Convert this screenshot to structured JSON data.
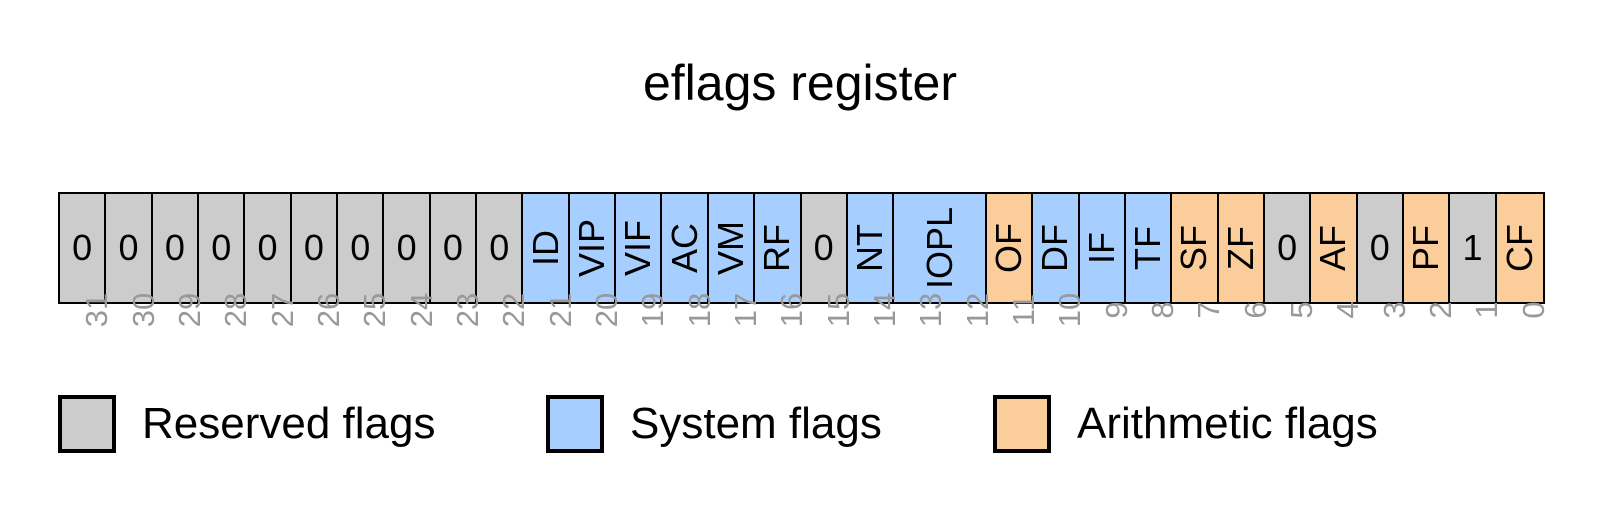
{
  "title": "eflags register",
  "colors": {
    "reserved": "#cccccc",
    "system": "#a6ceff",
    "arithmetic": "#fbcd9a",
    "border": "#000000",
    "bit_number": "#999999",
    "background": "#ffffff"
  },
  "register": {
    "name": "eflags",
    "bit_count": 32,
    "bit_order": "msb-first",
    "cells": [
      {
        "label": "0",
        "bits": [
          31
        ],
        "category": "reserved",
        "rotated": false,
        "span": 1
      },
      {
        "label": "0",
        "bits": [
          30
        ],
        "category": "reserved",
        "rotated": false,
        "span": 1
      },
      {
        "label": "0",
        "bits": [
          29
        ],
        "category": "reserved",
        "rotated": false,
        "span": 1
      },
      {
        "label": "0",
        "bits": [
          28
        ],
        "category": "reserved",
        "rotated": false,
        "span": 1
      },
      {
        "label": "0",
        "bits": [
          27
        ],
        "category": "reserved",
        "rotated": false,
        "span": 1
      },
      {
        "label": "0",
        "bits": [
          26
        ],
        "category": "reserved",
        "rotated": false,
        "span": 1
      },
      {
        "label": "0",
        "bits": [
          25
        ],
        "category": "reserved",
        "rotated": false,
        "span": 1
      },
      {
        "label": "0",
        "bits": [
          24
        ],
        "category": "reserved",
        "rotated": false,
        "span": 1
      },
      {
        "label": "0",
        "bits": [
          23
        ],
        "category": "reserved",
        "rotated": false,
        "span": 1
      },
      {
        "label": "0",
        "bits": [
          22
        ],
        "category": "reserved",
        "rotated": false,
        "span": 1
      },
      {
        "label": "ID",
        "bits": [
          21
        ],
        "category": "system",
        "rotated": true,
        "span": 1
      },
      {
        "label": "VIP",
        "bits": [
          20
        ],
        "category": "system",
        "rotated": true,
        "span": 1
      },
      {
        "label": "VIF",
        "bits": [
          19
        ],
        "category": "system",
        "rotated": true,
        "span": 1
      },
      {
        "label": "AC",
        "bits": [
          18
        ],
        "category": "system",
        "rotated": true,
        "span": 1
      },
      {
        "label": "VM",
        "bits": [
          17
        ],
        "category": "system",
        "rotated": true,
        "span": 1
      },
      {
        "label": "RF",
        "bits": [
          16
        ],
        "category": "system",
        "rotated": true,
        "span": 1
      },
      {
        "label": "0",
        "bits": [
          15
        ],
        "category": "reserved",
        "rotated": false,
        "span": 1
      },
      {
        "label": "NT",
        "bits": [
          14
        ],
        "category": "system",
        "rotated": true,
        "span": 1
      },
      {
        "label": "IOPL",
        "bits": [
          13,
          12
        ],
        "category": "system",
        "rotated": true,
        "span": 2
      },
      {
        "label": "OF",
        "bits": [
          11
        ],
        "category": "arithmetic",
        "rotated": true,
        "span": 1
      },
      {
        "label": "DF",
        "bits": [
          10
        ],
        "category": "system",
        "rotated": true,
        "span": 1
      },
      {
        "label": "IF",
        "bits": [
          9
        ],
        "category": "system",
        "rotated": true,
        "span": 1
      },
      {
        "label": "TF",
        "bits": [
          8
        ],
        "category": "system",
        "rotated": true,
        "span": 1
      },
      {
        "label": "SF",
        "bits": [
          7
        ],
        "category": "arithmetic",
        "rotated": true,
        "span": 1
      },
      {
        "label": "ZF",
        "bits": [
          6
        ],
        "category": "arithmetic",
        "rotated": true,
        "span": 1
      },
      {
        "label": "0",
        "bits": [
          5
        ],
        "category": "reserved",
        "rotated": false,
        "span": 1
      },
      {
        "label": "AF",
        "bits": [
          4
        ],
        "category": "arithmetic",
        "rotated": true,
        "span": 1
      },
      {
        "label": "0",
        "bits": [
          3
        ],
        "category": "reserved",
        "rotated": false,
        "span": 1
      },
      {
        "label": "PF",
        "bits": [
          2
        ],
        "category": "arithmetic",
        "rotated": true,
        "span": 1
      },
      {
        "label": "1",
        "bits": [
          1
        ],
        "category": "reserved",
        "rotated": false,
        "span": 1
      },
      {
        "label": "CF",
        "bits": [
          0
        ],
        "category": "arithmetic",
        "rotated": true,
        "span": 1
      }
    ],
    "bit_numbers": [
      "31",
      "30",
      "29",
      "28",
      "27",
      "26",
      "25",
      "24",
      "23",
      "22",
      "21",
      "20",
      "19",
      "18",
      "17",
      "16",
      "15",
      "14",
      "13",
      "12",
      "11",
      "10",
      "9",
      "8",
      "7",
      "6",
      "5",
      "4",
      "3",
      "2",
      "1",
      "0"
    ]
  },
  "legend": {
    "items": [
      {
        "label": "Reserved flags",
        "category": "reserved"
      },
      {
        "label": "System flags",
        "category": "system"
      },
      {
        "label": "Arithmetic flags",
        "category": "arithmetic"
      }
    ]
  }
}
